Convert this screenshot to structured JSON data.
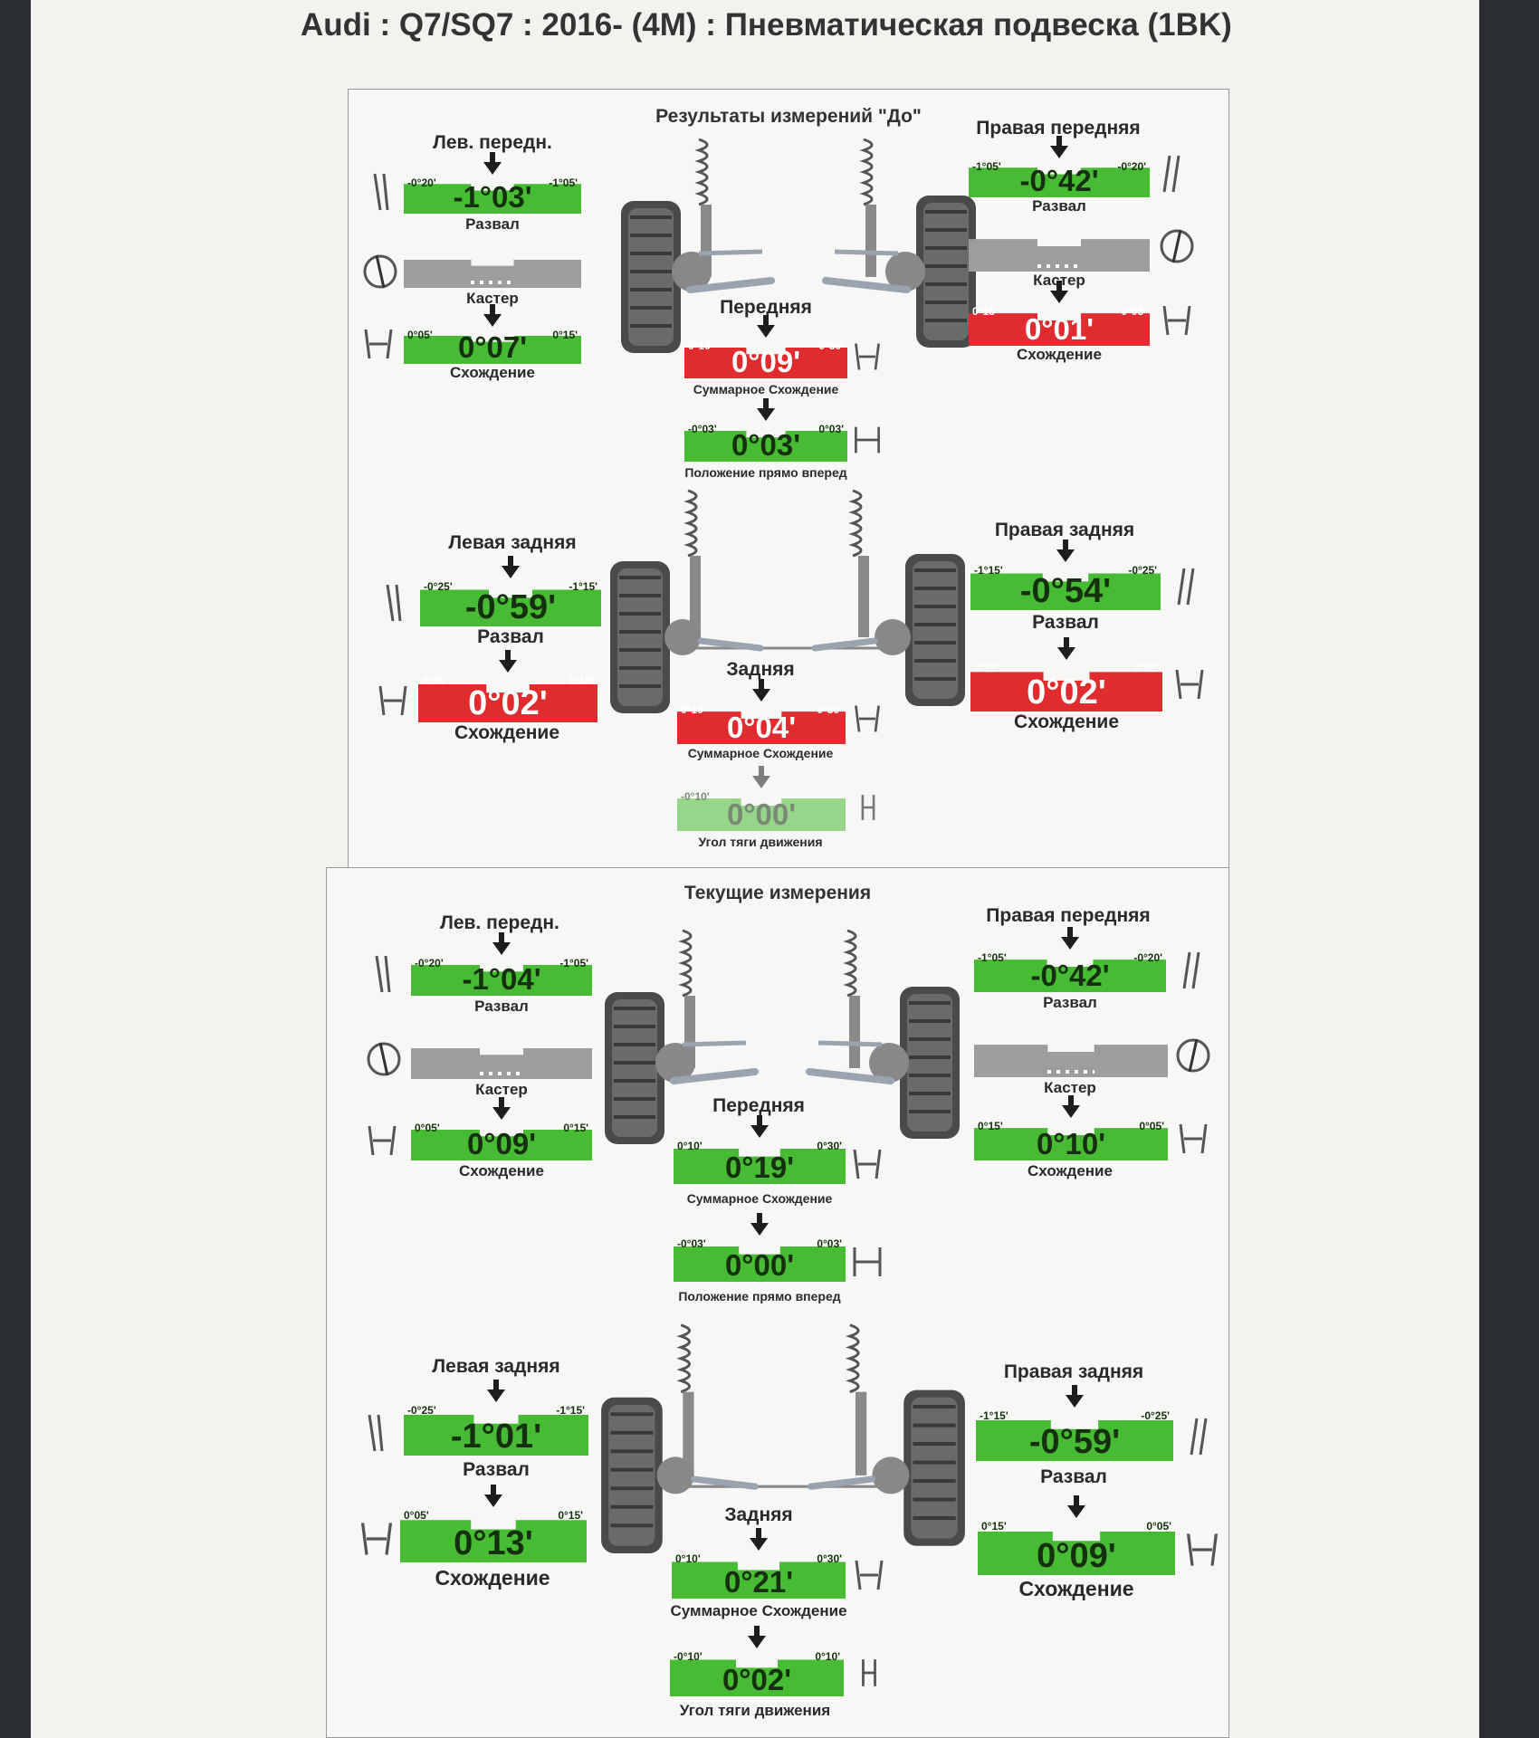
{
  "title": "Audi : Q7/SQ7 : 2016-   (4M) : Пневматическая подвеска (1BK)",
  "panel_before": {
    "title": "Результаты измерений \"До\"",
    "front": {
      "left_label": "Лев. передн.",
      "right_label": "Правая передняя",
      "axle_label": "Передняя",
      "left_camber": {
        "min": "-0°20'",
        "max": "-1°05'",
        "value": "-1°03'",
        "caption": "Развал",
        "status": "ok"
      },
      "left_caster": {
        "caption": "Кастер"
      },
      "left_toe": {
        "min": "0°05'",
        "max": "0°15'",
        "value": "0°07'",
        "caption": "Схождение",
        "status": "ok"
      },
      "right_camber": {
        "min": "-1°05'",
        "max": "-0°20'",
        "value": "-0°42'",
        "caption": "Развал",
        "status": "ok"
      },
      "right_caster": {
        "caption": "Кастер"
      },
      "right_toe": {
        "min": "0°15'",
        "max": "0°05'",
        "value": "0°01'",
        "caption": "Схождение",
        "status": "bad"
      },
      "total_toe": {
        "min": "0°10'",
        "max": "0°30'",
        "value": "0°09'",
        "caption": "Суммарное Схождение",
        "status": "bad"
      },
      "straight_ahead": {
        "min": "-0°03'",
        "max": "0°03'",
        "value": "0°03'",
        "caption": "Положение прямо вперед",
        "status": "ok"
      }
    },
    "rear": {
      "left_label": "Левая задняя",
      "right_label": "Правая задняя",
      "axle_label": "Задняя",
      "left_camber": {
        "min": "-0°25'",
        "max": "-1°15'",
        "value": "-0°59'",
        "caption": "Развал",
        "status": "ok"
      },
      "left_toe": {
        "min": "0°05'",
        "max": "0°15'",
        "value": "0°02'",
        "caption": "Схождение",
        "status": "bad"
      },
      "right_camber": {
        "min": "-1°15'",
        "max": "-0°25'",
        "value": "-0°54'",
        "caption": "Развал",
        "status": "ok"
      },
      "right_toe": {
        "min": "0°15'",
        "max": "0°05'",
        "value": "0°02'",
        "caption": "Схождение",
        "status": "bad"
      },
      "total_toe": {
        "min": "0°10'",
        "max": "0°30'",
        "value": "0°04'",
        "caption": "Суммарное Схождение",
        "status": "bad"
      },
      "thrust_angle": {
        "min": "-0°10'",
        "max": "",
        "value": "0°00'",
        "caption": "Угол тяги движения",
        "status": "ok"
      }
    }
  },
  "panel_current": {
    "title": "Текущие измерения",
    "front": {
      "left_label": "Лев. передн.",
      "right_label": "Правая передняя",
      "axle_label": "Передняя",
      "left_camber": {
        "min": "-0°20'",
        "max": "-1°05'",
        "value": "-1°04'",
        "caption": "Развал",
        "status": "ok"
      },
      "left_caster": {
        "caption": "Кастер"
      },
      "left_toe": {
        "min": "0°05'",
        "max": "0°15'",
        "value": "0°09'",
        "caption": "Схождение",
        "status": "ok"
      },
      "right_camber": {
        "min": "-1°05'",
        "max": "-0°20'",
        "value": "-0°42'",
        "caption": "Развал",
        "status": "ok"
      },
      "right_caster": {
        "caption": "Кастер"
      },
      "right_toe": {
        "min": "0°15'",
        "max": "0°05'",
        "value": "0°10'",
        "caption": "Схождение",
        "status": "ok"
      },
      "total_toe": {
        "min": "0°10'",
        "max": "0°30'",
        "value": "0°19'",
        "caption": "Суммарное Схождение",
        "status": "ok"
      },
      "straight_ahead": {
        "min": "-0°03'",
        "max": "0°03'",
        "value": "0°00'",
        "caption": "Положение прямо вперед",
        "status": "ok"
      }
    },
    "rear": {
      "left_label": "Левая задняя",
      "right_label": "Правая задняя",
      "axle_label": "Задняя",
      "left_camber": {
        "min": "-0°25'",
        "max": "-1°15'",
        "value": "-1°01'",
        "caption": "Развал",
        "status": "ok"
      },
      "left_toe": {
        "min": "0°05'",
        "max": "0°15'",
        "value": "0°13'",
        "caption": "Схождение",
        "status": "ok"
      },
      "right_camber": {
        "min": "-1°15'",
        "max": "-0°25'",
        "value": "-0°59'",
        "caption": "Развал",
        "status": "ok"
      },
      "right_toe": {
        "min": "0°15'",
        "max": "0°05'",
        "value": "0°09'",
        "caption": "Схождение",
        "status": "ok"
      },
      "total_toe": {
        "min": "0°10'",
        "max": "0°30'",
        "value": "0°21'",
        "caption": "Суммарное Схождение",
        "status": "ok"
      },
      "thrust_angle": {
        "min": "-0°10'",
        "max": "0°10'",
        "value": "0°02'",
        "caption": "Угол тяги движения",
        "status": "ok"
      }
    }
  },
  "colors": {
    "ok": "#47bb33",
    "bad": "#e12c2f",
    "caster": "#9d9d9d"
  }
}
